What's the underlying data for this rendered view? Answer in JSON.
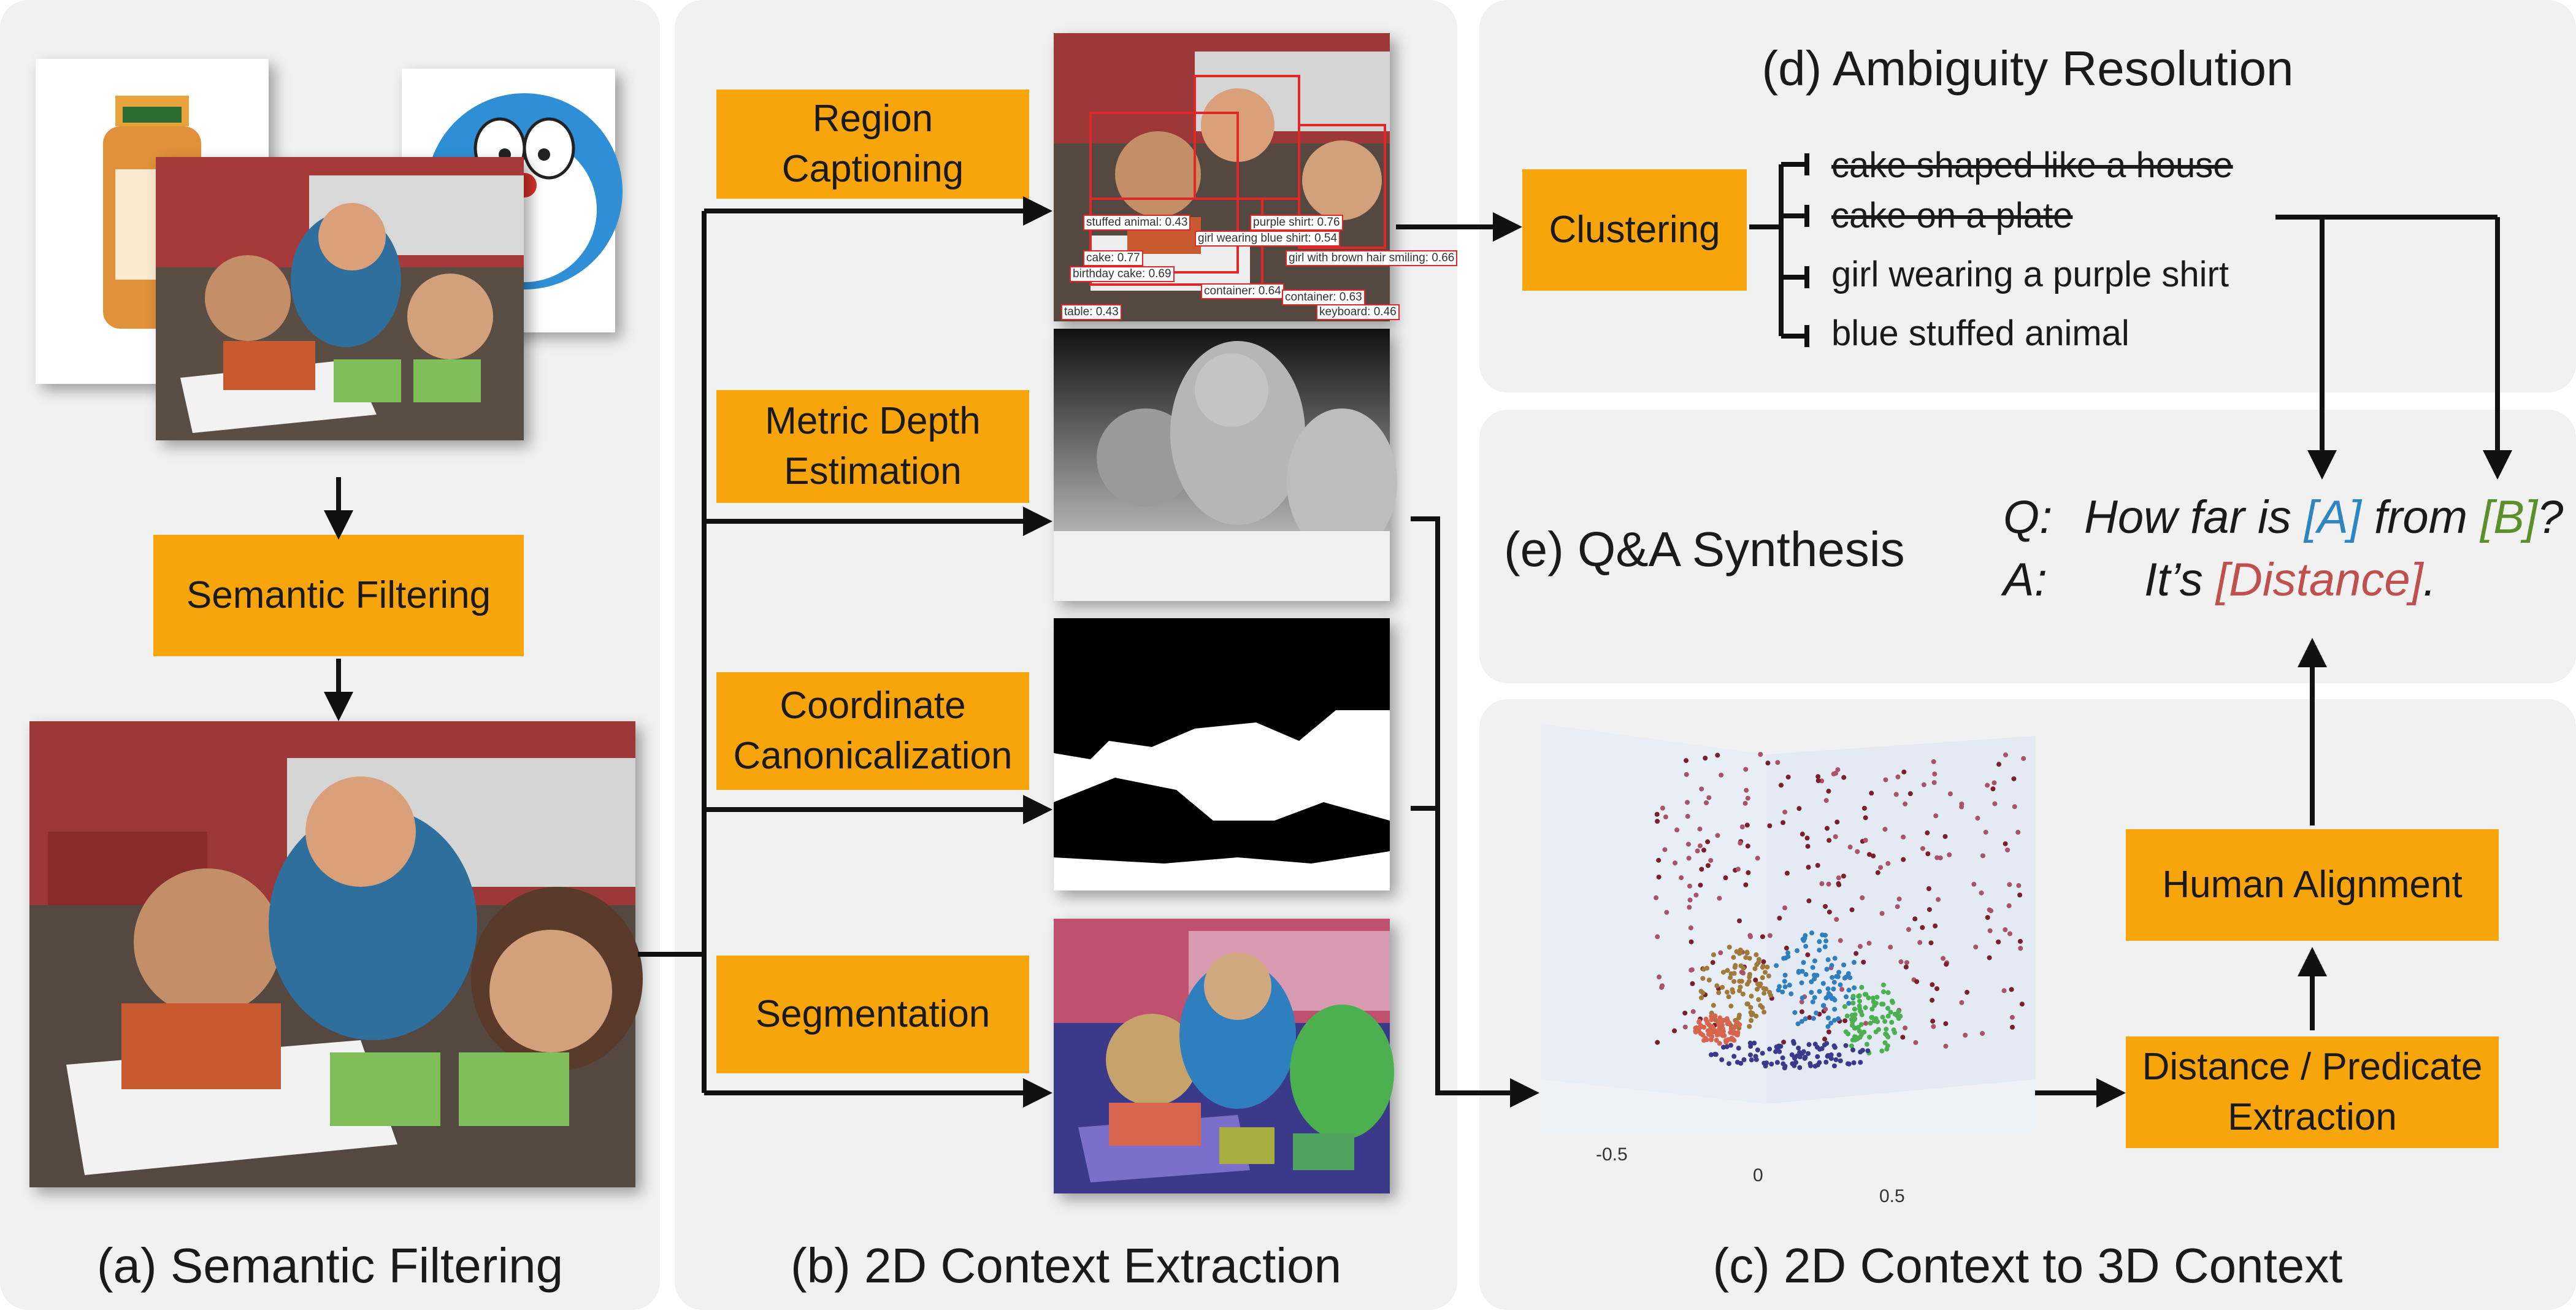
{
  "panels": {
    "a": "(a) Semantic Filtering",
    "b": "(b) 2D Context Extraction",
    "c": "(c) 2D Context to 3D Context",
    "d": "(d) Ambiguity Resolution",
    "e": "(e) Q&A Synthesis"
  },
  "boxes": {
    "semantic_filtering": "Semantic Filtering",
    "region_captioning": "Region\nCaptioning",
    "metric_depth": "Metric Depth\nEstimation",
    "coordinate": "Coordinate\nCanonicalization",
    "segmentation": "Segmentation",
    "clustering": "Clustering",
    "human_alignment": "Human Alignment",
    "distance_extraction": "Distance / Predicate\nExtraction"
  },
  "captions": [
    {
      "text": "cake shaped like a house",
      "struck": true
    },
    {
      "text": "cake on a plate",
      "struck": true
    },
    {
      "text": "girl wearing a purple shirt",
      "struck": false
    },
    {
      "text": "blue stuffed animal",
      "struck": false
    }
  ],
  "detections": [
    "stuffed animal: 0.43",
    "purple shirt: 0.76",
    "girl wearing blue shirt: 0.54",
    "girl with brown hair smiling: 0.66",
    "cake: 0.77",
    "birthday cake: 0.69",
    "container: 0.64",
    "container: 0.63",
    "keyboard: 0.46",
    "table: 0.43"
  ],
  "qa": {
    "q_prefix": "Q:",
    "q_text_1": "How far is ",
    "q_a": "[A]",
    "q_text_2": " from ",
    "q_b": "[B]",
    "q_end": "?",
    "a_prefix": "A:",
    "a_text": "It’s ",
    "a_dist": "[Distance]",
    "a_end": "."
  },
  "point_cloud_ticks": [
    "-0.5",
    "0",
    "0.5"
  ],
  "colors": {
    "box": "#f7a50b",
    "panel": "#f1f1f1",
    "tag_a": "#2e86c1",
    "tag_b": "#5a8f29",
    "tag_distance": "#c0504d"
  }
}
